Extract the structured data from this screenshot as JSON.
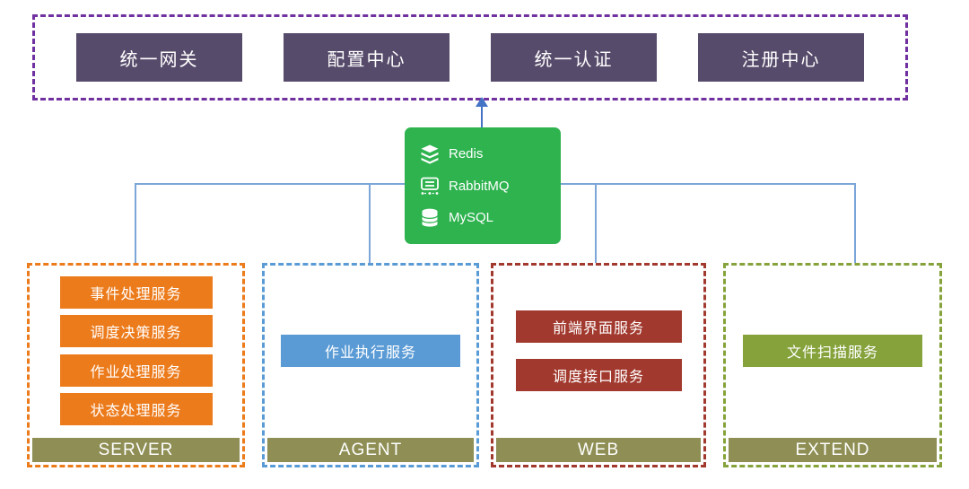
{
  "platform": {
    "border_color": "#7030A0",
    "box_color": "#574B6B",
    "items": [
      {
        "label": "统一网关"
      },
      {
        "label": "配置中心"
      },
      {
        "label": "统一认证"
      },
      {
        "label": "注册中心"
      }
    ]
  },
  "middleware": {
    "box_color": "#2EB34F",
    "items": [
      {
        "label": "Redis",
        "icon": "redis-icon"
      },
      {
        "label": "RabbitMQ",
        "icon": "rabbitmq-icon"
      },
      {
        "label": "MySQL",
        "icon": "mysql-icon"
      }
    ]
  },
  "groups": [
    {
      "name": "SERVER",
      "accent_color": "#EC7B1C",
      "services": [
        "事件处理服务",
        "调度决策服务",
        "作业处理服务",
        "状态处理服务"
      ]
    },
    {
      "name": "AGENT",
      "accent_color": "#5B9BD5",
      "services": [
        "作业执行服务"
      ]
    },
    {
      "name": "WEB",
      "accent_color": "#A2392E",
      "services": [
        "前端界面服务",
        "调度接口服务"
      ]
    },
    {
      "name": "EXTEND",
      "accent_color": "#85A23B",
      "services": [
        "文件扫描服务"
      ]
    }
  ],
  "label_bar_color": "#8E8E55",
  "connector_color": "#7CA6D8",
  "arrow_color": "#4472C4"
}
